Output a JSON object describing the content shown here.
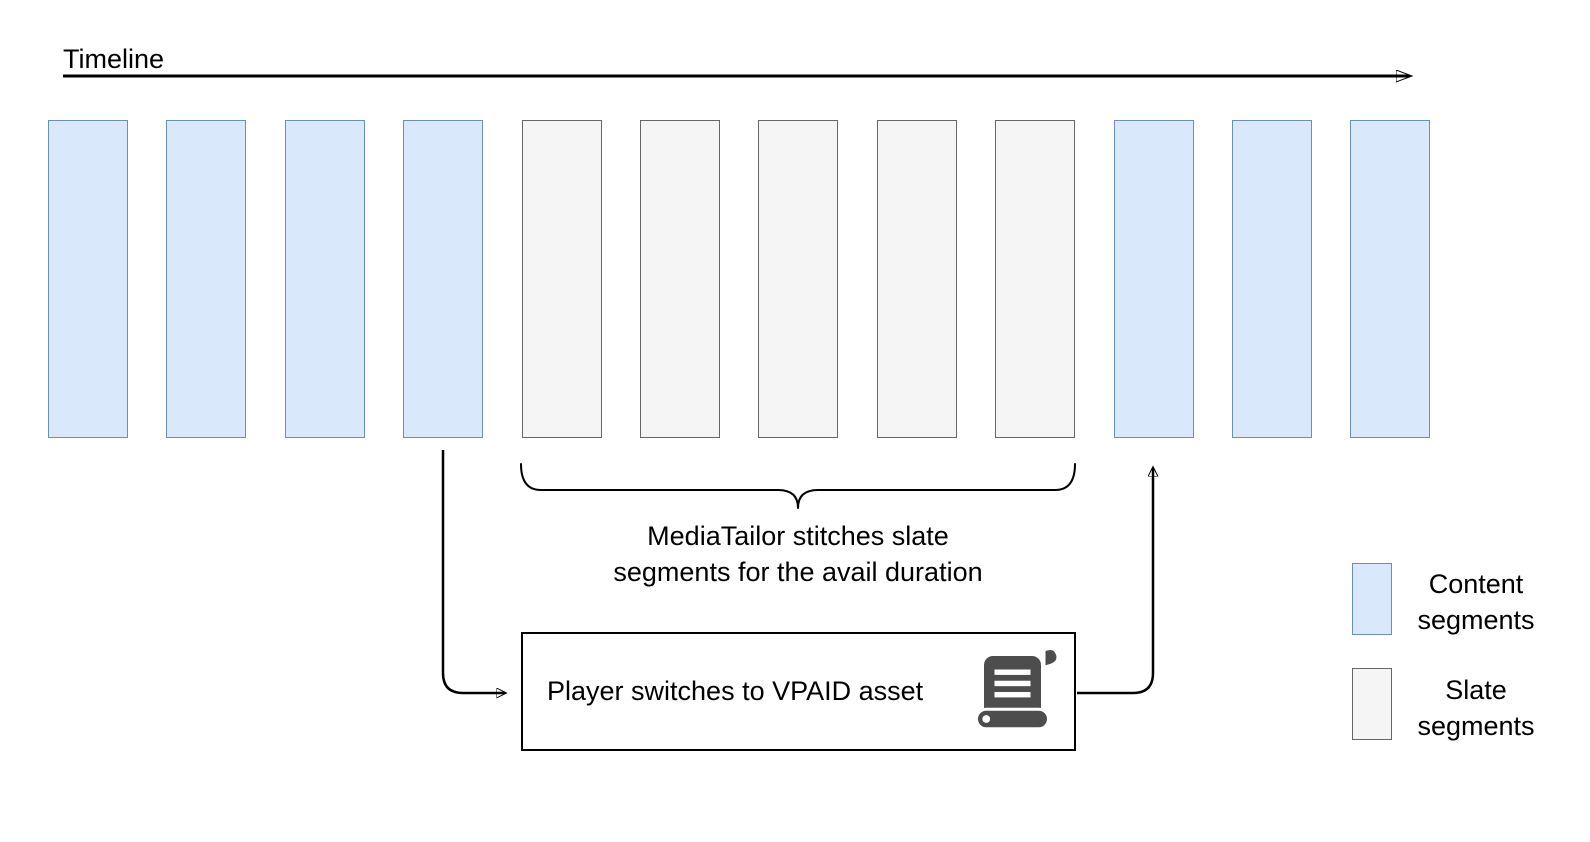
{
  "colors": {
    "content_fill": "#dae8fc",
    "content_border": "#6c8ebf",
    "slate_fill": "#f5f5f5",
    "slate_border": "#666666",
    "arrow": "#000000",
    "icon": "#4d4d4d"
  },
  "timeline": {
    "label": "Timeline"
  },
  "segments": [
    "content",
    "content",
    "content",
    "content",
    "slate",
    "slate",
    "slate",
    "slate",
    "slate",
    "content",
    "content",
    "content"
  ],
  "annotation": {
    "text": "MediaTailor stitches slate\nsegments for the avail duration"
  },
  "player_box": {
    "label": "Player switches to VPAID asset",
    "icon": "scroll-icon"
  },
  "legend": {
    "items": [
      {
        "type": "content",
        "label": "Content\nsegments"
      },
      {
        "type": "slate",
        "label": "Slate\nsegments"
      }
    ]
  }
}
